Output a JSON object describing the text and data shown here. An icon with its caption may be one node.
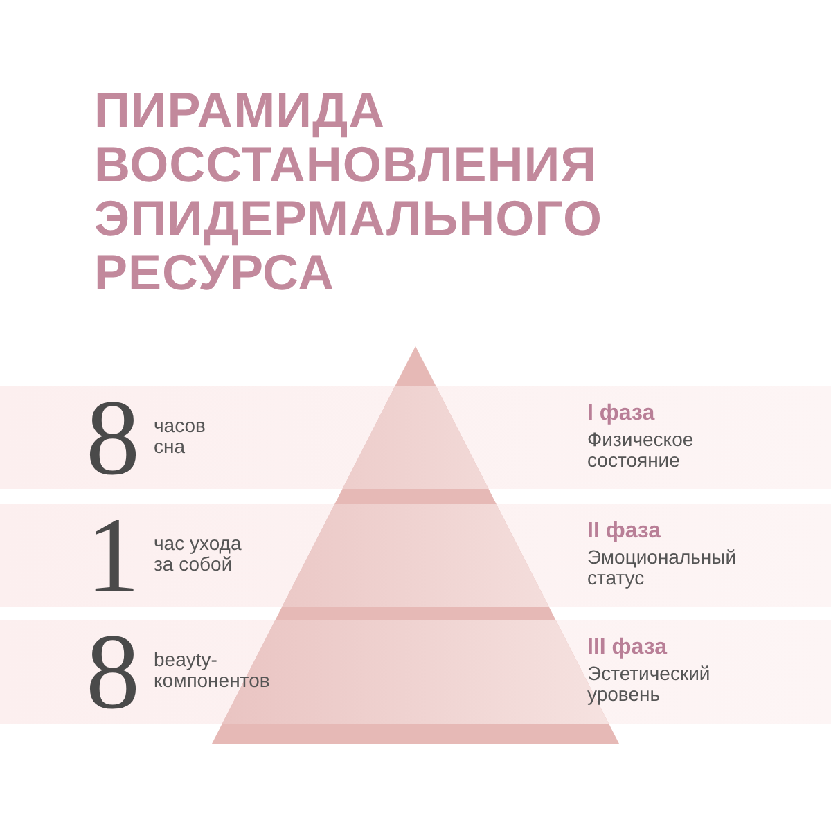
{
  "diagram": {
    "title": "ПИРАМИДА ВОССТАНОВЛЕНИЯ ЭПИДЕРМАЛЬНОГО РЕСУРСА",
    "nodes": [
      {
        "text": [
          "8",
          "часов сна",
          "I фаза",
          "Физическое состояние"
        ]
      },
      {
        "text": [
          "1",
          "час ухода за собой",
          "II фаза",
          "Эмоциональный статус"
        ]
      },
      {
        "text": [
          "8",
          "beayty-компонентов",
          "III фаза",
          "Эстетический уровень"
        ]
      }
    ]
  }
}
